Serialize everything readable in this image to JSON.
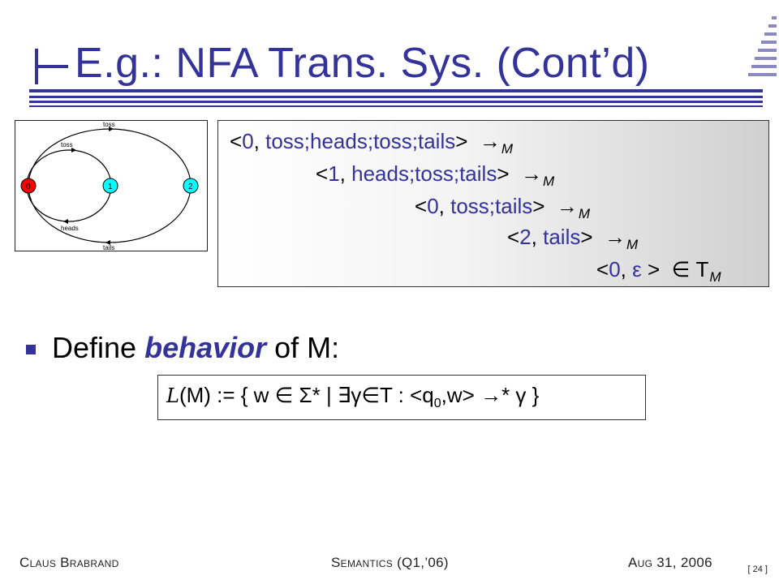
{
  "slide": {
    "title": "E.g.: NFA Trans. Sys. (Cont’d)",
    "accent_color": "#333399"
  },
  "diagram": {
    "states": [
      "0",
      "1",
      "2"
    ],
    "start_state_color": "#ff0000",
    "state_color": "#00ffff",
    "labels": {
      "outer_top": "toss",
      "inner_top": "toss",
      "inner_bottom": "heads",
      "outer_bottom": "tails"
    }
  },
  "sequence": [
    {
      "lt": "<",
      "num": "0",
      "sep": ", ",
      "word": "toss;heads;toss;tails",
      "gt": ">",
      "op": "→",
      "sub": "M"
    },
    {
      "lt": "<",
      "num": "1",
      "sep": ", ",
      "word": "heads;toss;tails",
      "gt": ">",
      "op": "→",
      "sub": "M"
    },
    {
      "lt": "<",
      "num": "0",
      "sep": ", ",
      "word": "toss;tails",
      "gt": ">",
      "op": "→",
      "sub": "M"
    },
    {
      "lt": "<",
      "num": "2",
      "sep": ", ",
      "word": "tails",
      "gt": ">",
      "op": "→",
      "sub": "M"
    },
    {
      "lt": "<",
      "num": "0",
      "sep": ", ",
      "word": "ε ",
      "gt": ">",
      "op": "∈",
      "mid": " T",
      "sub": "M"
    }
  ],
  "bullet": {
    "prefix": "Define ",
    "emphasis": "behavior",
    "suffix": " of M:"
  },
  "formula": {
    "lang": "L",
    "part1": "(M) := { w ∈ Σ* | ∃γ∈T : <q",
    "sub": "0",
    "part2": ",w> →* γ }"
  },
  "footer": {
    "left": "Claus Brabrand",
    "center": "Semantics (Q1,’06)",
    "right": "Aug 31, 2006",
    "page": "[ 24 ]"
  }
}
